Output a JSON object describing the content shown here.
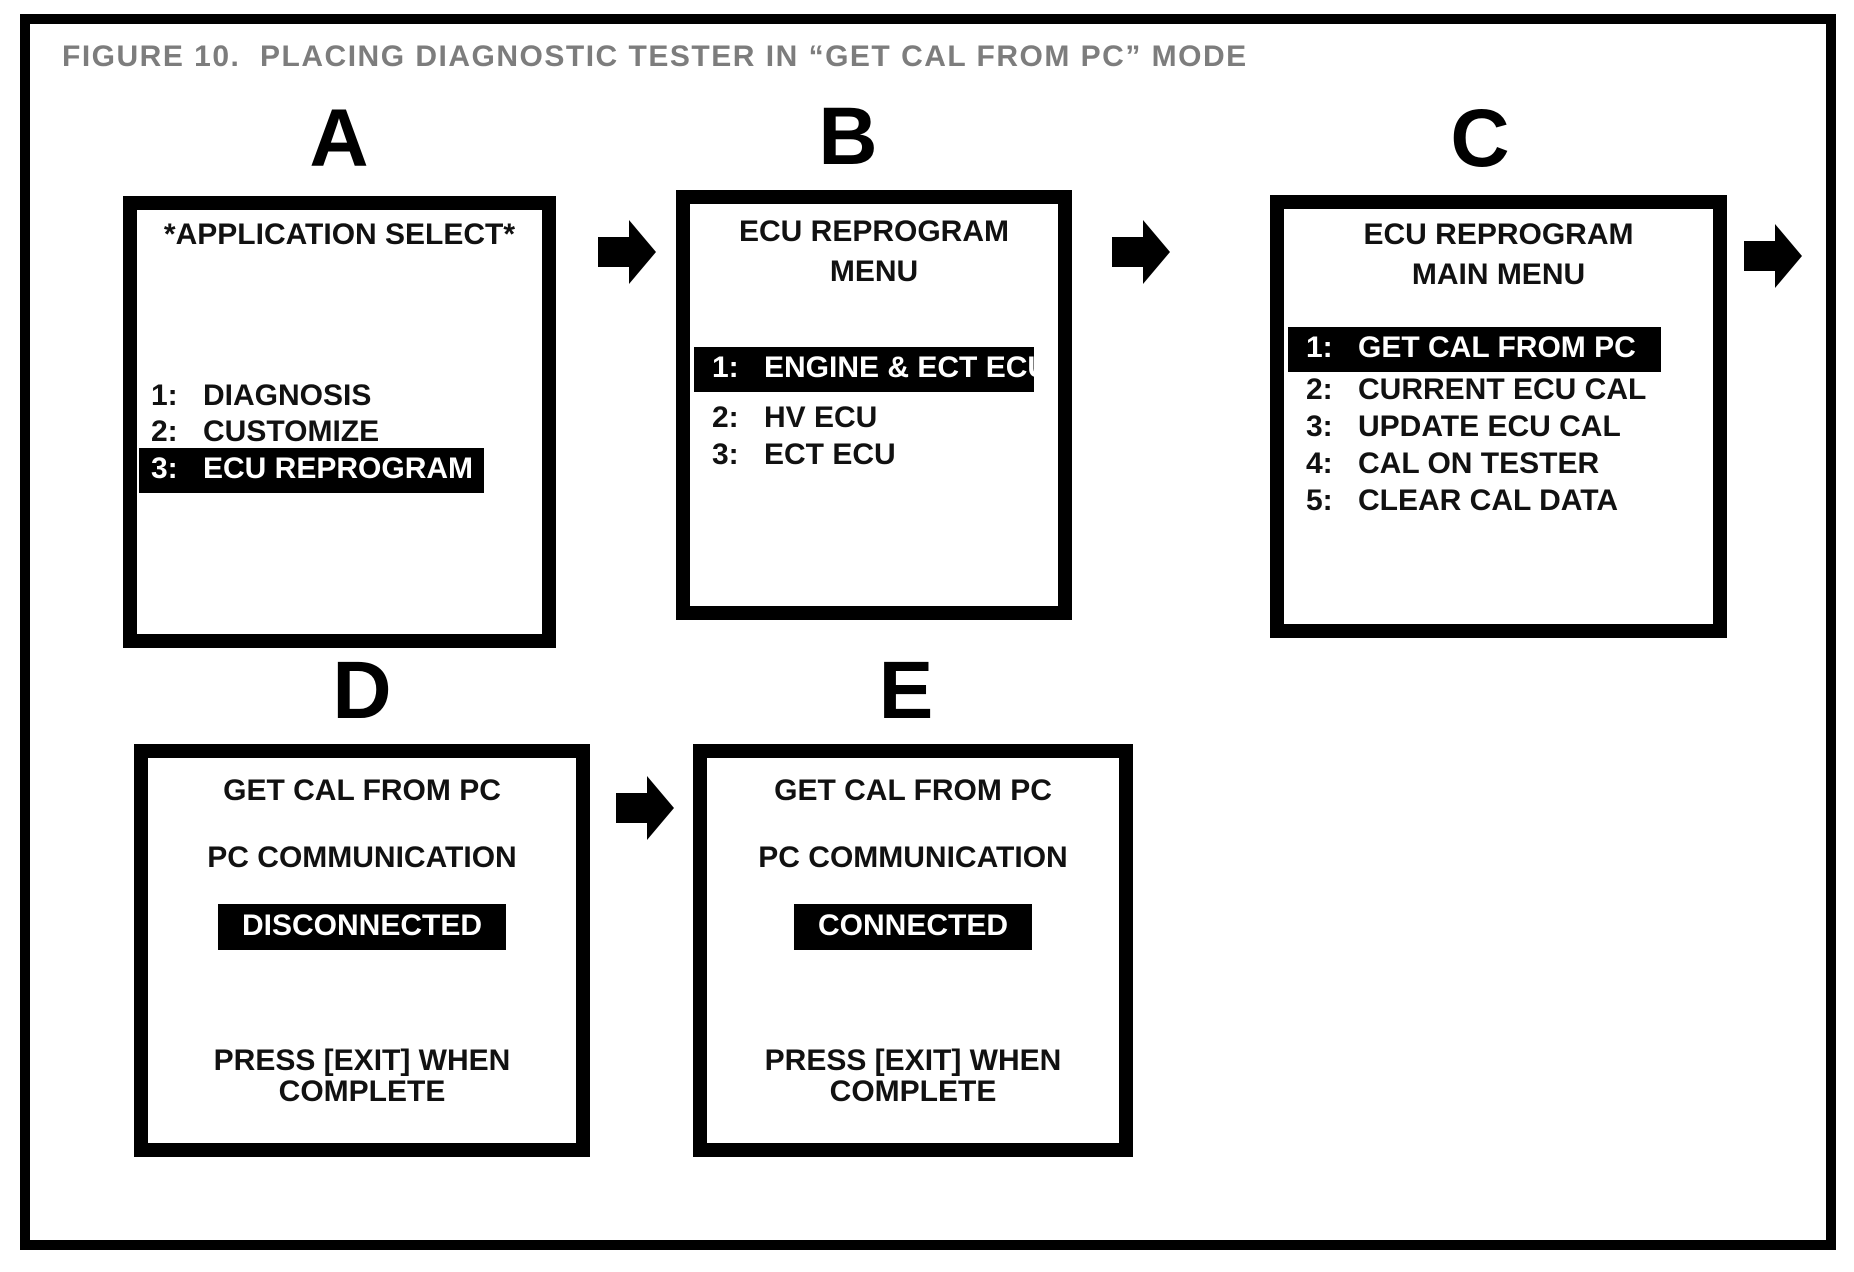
{
  "figure": {
    "title": "FIGURE 10.  PLACING DIAGNOSTIC TESTER IN “GET CAL FROM PC” MODE"
  },
  "colors": {
    "ink": "#111111",
    "paper": "#ffffff",
    "figure_title_gray": "#7d7d7d",
    "highlight_bg": "#000000",
    "highlight_text": "#ffffff"
  },
  "icons": {
    "flow_arrow": "arrow-right-icon"
  },
  "screens": {
    "A": {
      "label": "A",
      "title": "*APPLICATION SELECT*",
      "items": [
        {
          "num": "1:",
          "text": "DIAGNOSIS",
          "highlighted": false
        },
        {
          "num": "2:",
          "text": "CUSTOMIZE",
          "highlighted": false
        },
        {
          "num": "3:",
          "text": "ECU REPROGRAM",
          "highlighted": true
        }
      ]
    },
    "B": {
      "label": "B",
      "title_line1": "ECU REPROGRAM",
      "title_line2": "MENU",
      "items": [
        {
          "num": "1:",
          "text": "ENGINE & ECT ECU",
          "highlighted": true
        },
        {
          "num": "2:",
          "text": "HV ECU",
          "highlighted": false
        },
        {
          "num": "3:",
          "text": "ECT ECU",
          "highlighted": false
        }
      ]
    },
    "C": {
      "label": "C",
      "title_line1": "ECU REPROGRAM",
      "title_line2": "MAIN MENU",
      "items": [
        {
          "num": "1:",
          "text": "GET CAL FROM PC",
          "highlighted": true
        },
        {
          "num": "2:",
          "text": "CURRENT ECU CAL",
          "highlighted": false
        },
        {
          "num": "3:",
          "text": "UPDATE ECU CAL",
          "highlighted": false
        },
        {
          "num": "4:",
          "text": "CAL ON TESTER",
          "highlighted": false
        },
        {
          "num": "5:",
          "text": "CLEAR CAL DATA",
          "highlighted": false
        }
      ]
    },
    "D": {
      "label": "D",
      "line1": "GET CAL FROM PC",
      "line2": "PC COMMUNICATION",
      "status": "DISCONNECTED",
      "footer_line1": "PRESS [EXIT] WHEN",
      "footer_line2": "COMPLETE"
    },
    "E": {
      "label": "E",
      "line1": "GET CAL FROM PC",
      "line2": "PC COMMUNICATION",
      "status": "CONNECTED",
      "footer_line1": "PRESS [EXIT] WHEN",
      "footer_line2": "COMPLETE"
    }
  }
}
